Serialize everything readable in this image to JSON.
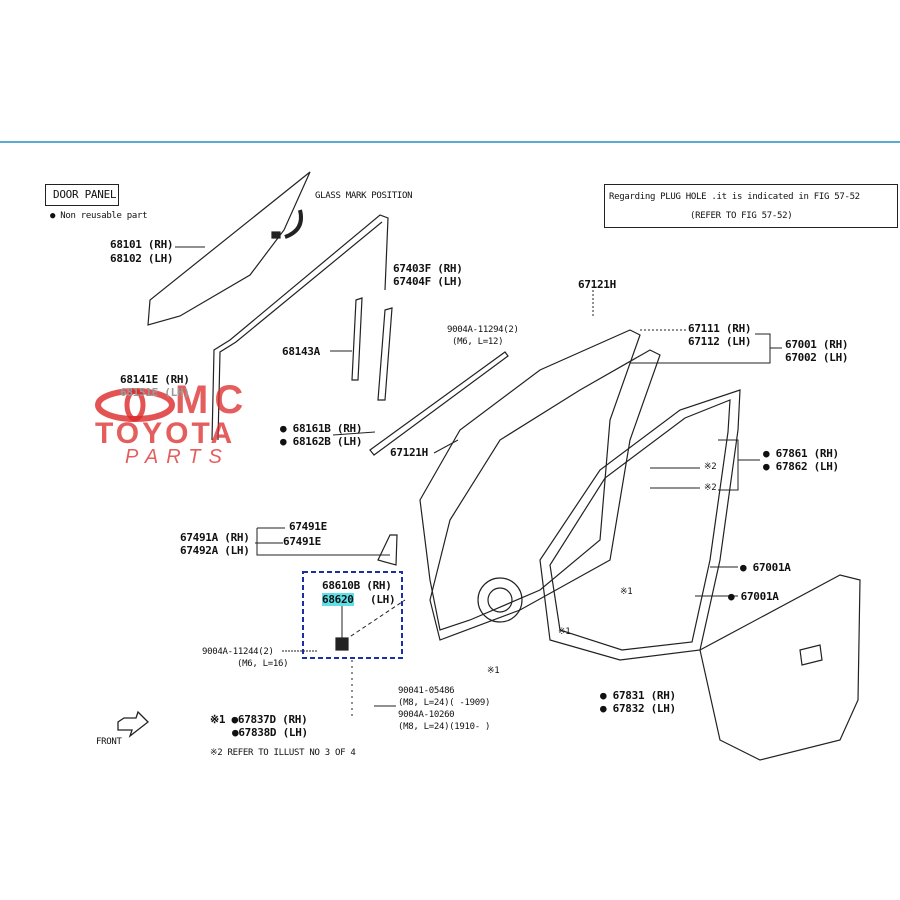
{
  "header": {
    "door_panel": "DOOR PANEL",
    "non_reusable": "Non reusable part",
    "plug_note_1": "Regarding PLUG HOLE .it is indicated in FIG 57-52",
    "plug_note_2": "(REFER TO FIG 57-52)",
    "glass_mark": "GLASS MARK POSITION"
  },
  "watermark": {
    "line1": "MC",
    "line2": "TOYOTA",
    "line3": "PARTS"
  },
  "parts": {
    "p68101": "68101 (RH)",
    "p68102": "68102 (LH)",
    "p67403F": "67403F (RH)",
    "p67404F": "67404F (LH)",
    "p9004A_11294": "9004A-11294(2)",
    "p9004A_11294_spec": "(M6, L=12)",
    "p68143A": "68143A",
    "p68141E": "68141E (RH)",
    "p68151E": "68151E (LH)",
    "p68161B": "68161B (RH)",
    "p68162B": "68162B (LH)",
    "p67121H_a": "67121H",
    "p67121H_b": "67121H",
    "p67111": "67111 (RH)",
    "p67112": "67112 (LH)",
    "p67001": "67001 (RH)",
    "p67002": "67002 (LH)",
    "p67861": "67861 (RH)",
    "p67862": "67862 (LH)",
    "ref2a": "※2",
    "ref2b": "※2",
    "p67001A_a": "67001A",
    "p67001A_b": "67001A",
    "p67831": "67831 (RH)",
    "p67832": "67832 (LH)",
    "p67491E_a": "67491E",
    "p67491E_b": "67491E",
    "p67491A": "67491A (RH)",
    "p67492A": "67492A (LH)",
    "p68610B": "68610B (RH)",
    "p68620": "68620",
    "p68620_side": "(LH)",
    "p9004A_11244": "9004A-11244(2)",
    "p9004A_11244_spec": "(M6, L=16)",
    "ref1a": "※1",
    "ref1b": "※1",
    "ref1c": "※1",
    "p90041_05486": "90041-05486",
    "p90041_05486_spec": "(M8, L=24)(     -1909)",
    "p9004A_10260": "9004A-10260",
    "p9004A_10260_spec": "(M8, L=24)(1910-     )",
    "p67837D": "※1 ●67837D (RH)",
    "p67838D": "●67838D (LH)",
    "note2": "※2 REFER TO ILLUST NO 3 OF 4",
    "front": "FRONT"
  }
}
